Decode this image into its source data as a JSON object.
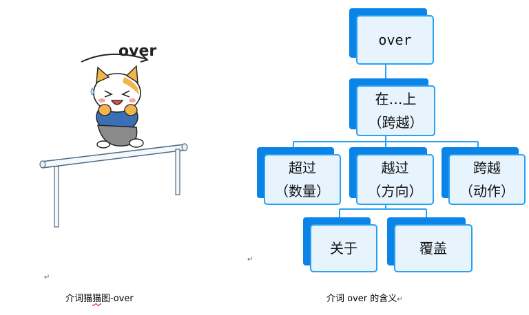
{
  "illustration": {
    "word": "over"
  },
  "diagram": {
    "root": "over",
    "level1": {
      "line1": "在…上",
      "line2": "（跨越）"
    },
    "level2": [
      {
        "line1": "超过",
        "line2": "（数量）"
      },
      {
        "line1": "越过",
        "line2": "（方向）"
      },
      {
        "line1": "跨越",
        "line2": "（动作）"
      }
    ],
    "level3": [
      {
        "line1": "关于"
      },
      {
        "line1": "覆盖"
      }
    ],
    "colors": {
      "box_fill": "#0a84e6",
      "box_border": "#2aa0f0",
      "connector": "#2aa0f0",
      "tint": "#e8f4fd"
    }
  },
  "captions": {
    "left_prefix": "介词猫",
    "left_wavy": "猫",
    "left_suffix": "图-over",
    "right": "介词 over 的含义"
  },
  "marks": {
    "paragraph": "↵",
    "return": "↵"
  }
}
